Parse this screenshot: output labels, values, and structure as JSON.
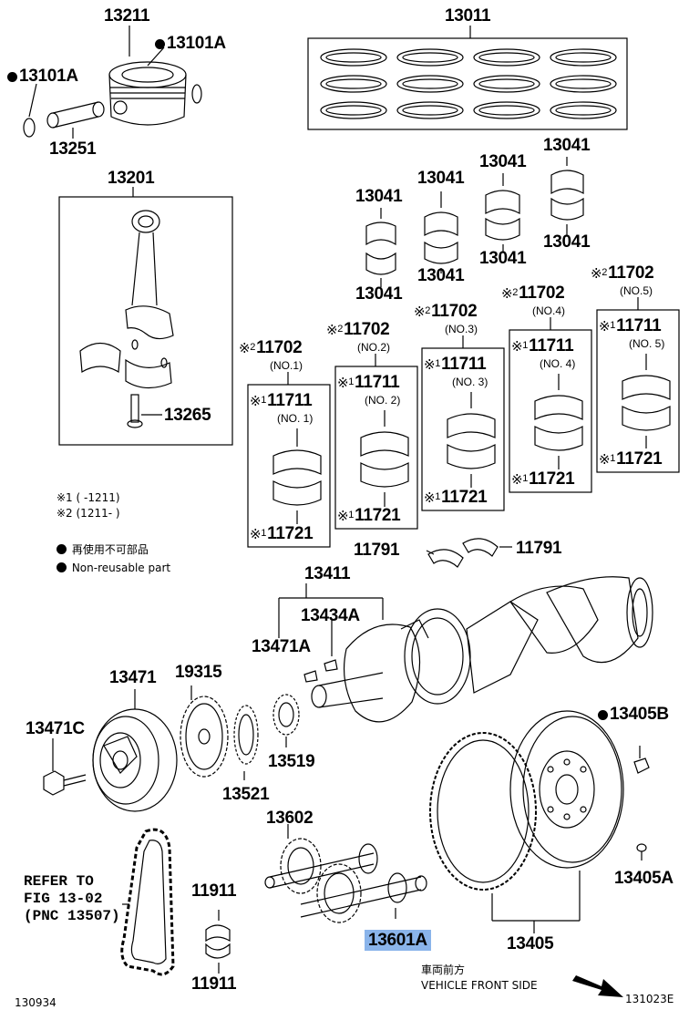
{
  "labels": {
    "p13211": "13211",
    "p13101A_r": "13101A",
    "p13101A_l": "13101A",
    "p13251": "13251",
    "p13011": "13011",
    "p13201": "13201",
    "p13265": "13265",
    "p13041_a": "13041",
    "p13041_b": "13041",
    "p13041_c": "13041",
    "p13041_d": "13041",
    "p13041_e": "13041",
    "p13041_f": "13041",
    "p13041_g": "13041",
    "p13041_h": "13041",
    "p11702_1": "11702",
    "p11702_2": "11702",
    "p11702_3": "11702",
    "p11702_4": "11702",
    "p11702_5": "11702",
    "p11711_1": "11711",
    "p11711_2": "11711",
    "p11711_3": "11711",
    "p11711_4": "11711",
    "p11711_5": "11711",
    "p11721_1": "11721",
    "p11721_2": "11721",
    "p11721_3": "11721",
    "p11721_4": "11721",
    "p11721_5": "11721",
    "p11791_l": "11791",
    "p11791_r": "11791",
    "p13411": "13411",
    "p13434A": "13434A",
    "p13471A": "13471A",
    "p13471": "13471",
    "p19315": "19315",
    "p13471C": "13471C",
    "p13519": "13519",
    "p13521": "13521",
    "p13405B": "13405B",
    "p13602": "13602",
    "p11911_t": "11911",
    "p11911_b": "11911",
    "p13601A": "13601A",
    "p13405": "13405",
    "p13405A": "13405A"
  },
  "no_labels": {
    "no1_outer": "(NO.1)",
    "no1_inner": "(NO. 1)",
    "no2_outer": "(NO.2)",
    "no2_inner": "(NO. 2)",
    "no3_outer": "(NO.3)",
    "no3_inner": "(NO. 3)",
    "no4_outer": "(NO.4)",
    "no4_inner": "(NO. 4)",
    "no5_outer": "(NO.5)",
    "no5_inner": "(NO. 5)"
  },
  "markers": {
    "ref_mark": "※",
    "one": "1",
    "two": "2"
  },
  "notes": {
    "note1": "※1 (     -1211)",
    "note2": "※2 (1211-      )",
    "legend_jp": "再使用不可部品",
    "legend_en": "Non-reusable part"
  },
  "refer": {
    "line1": "REFER TO",
    "line2": "FIG 13-02",
    "line3": "(PNC 13507)"
  },
  "direction": {
    "jp": "車両前方",
    "en": "VEHICLE FRONT SIDE"
  },
  "figure": {
    "left_code": "130934",
    "right_code": "131023E"
  },
  "icons": {
    "non_reusable": "filled-circle-icon",
    "direction": "arrow-down-right-icon"
  },
  "colors": {
    "highlight": "#8ab4ea",
    "ink": "#000000"
  }
}
